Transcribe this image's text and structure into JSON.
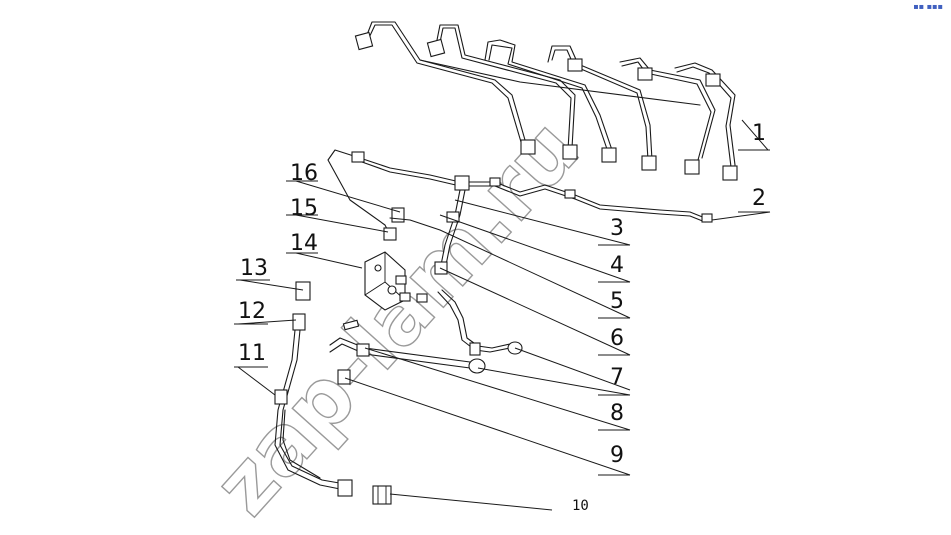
{
  "callouts": [
    "1",
    "2",
    "3",
    "4",
    "5",
    "6",
    "7",
    "8",
    "9",
    "10",
    "11",
    "12",
    "13",
    "14",
    "15",
    "16"
  ],
  "watermark": "zap-lam.ru",
  "corner_mark": "▪▪ ▪▪▪"
}
